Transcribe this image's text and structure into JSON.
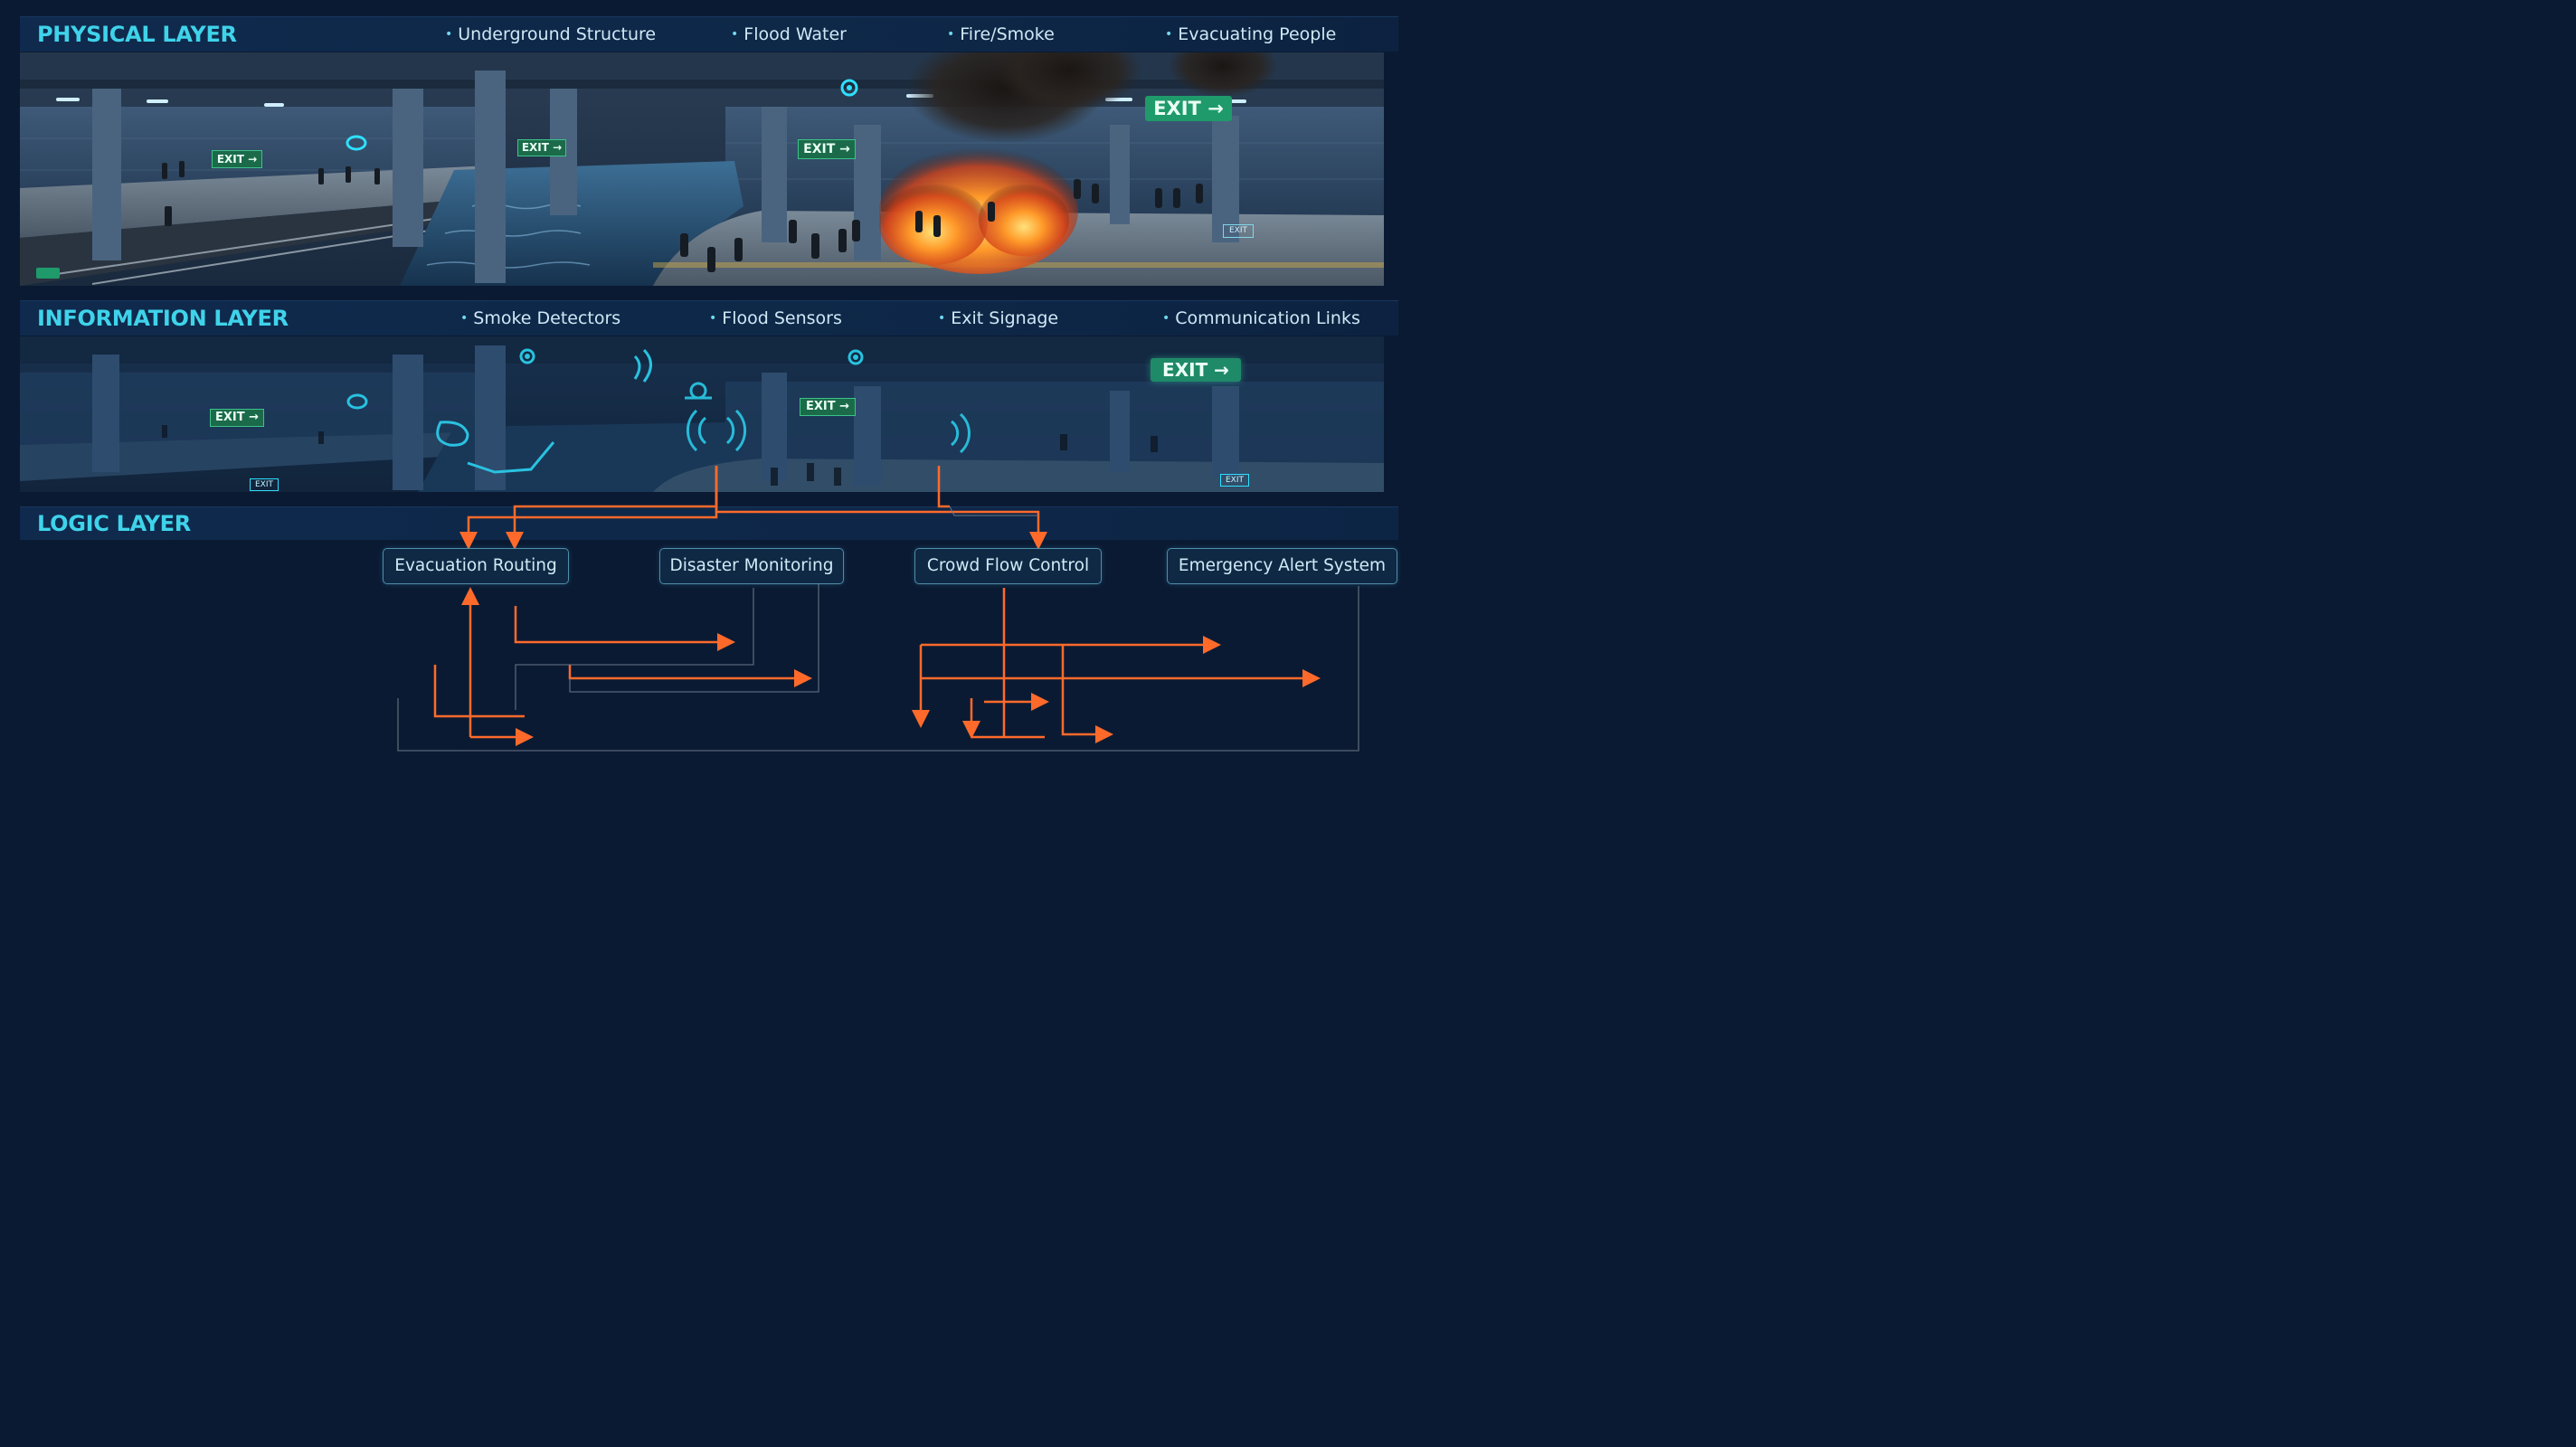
{
  "physical": {
    "title": "PHYSICAL LAYER",
    "bullets": [
      "Underground Structure",
      "Flood Water",
      "Fire/Smoke",
      "Evacuating People"
    ]
  },
  "information": {
    "title": "INFORMATION LAYER",
    "bullets": [
      "Smoke Detectors",
      "Flood Sensors",
      "Exit Signage",
      "Communication Links"
    ]
  },
  "logic": {
    "title": "LOGIC LAYER",
    "modules": [
      "Evacuation Routing",
      "Disaster Monitoring",
      "Crowd Flow Control",
      "Emergency Alert System"
    ]
  },
  "signs": {
    "exit": "EXIT",
    "exit_arrow": "EXIT →"
  },
  "colors": {
    "background": "#0b1a33",
    "title_cyan": "#3fd3ea",
    "flow_orange": "#ff6a2b",
    "exit_green": "#1f9a6a",
    "sensor_glow": "#2fe0ff"
  }
}
